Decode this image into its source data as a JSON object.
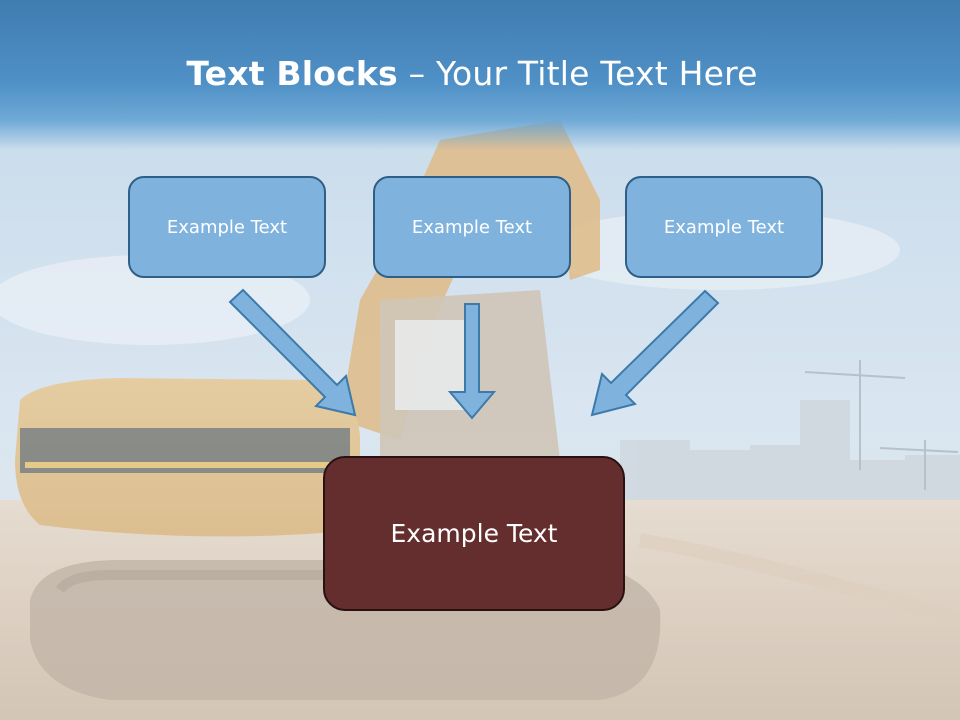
{
  "slide": {
    "title_bold": "Text Blocks",
    "title_dash": " – ",
    "title_rest": "Your Title Text Here"
  },
  "blocks": [
    {
      "label": "Example Text"
    },
    {
      "label": "Example Text"
    },
    {
      "label": "Example Text"
    }
  ],
  "center": {
    "label": "Example Text"
  },
  "colors": {
    "header": "#4f90c6",
    "box_fill": "#7fb3dd",
    "box_border": "#2f5f86",
    "center_fill": "#642e2e",
    "arrow": "#7fb3dd"
  }
}
